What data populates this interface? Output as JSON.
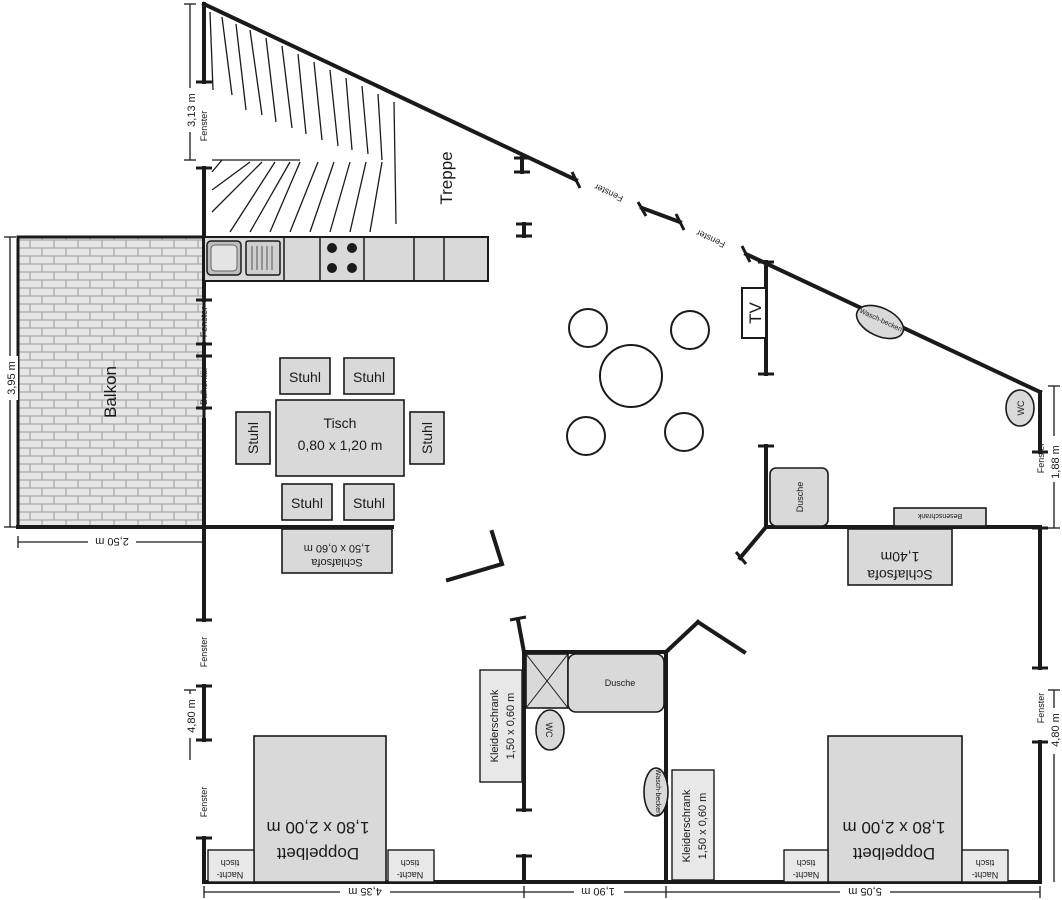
{
  "rooms": {
    "stairs": "Treppe",
    "balcony": "Balkon"
  },
  "furniture": {
    "table_name": "Tisch",
    "table_size": "0,80 x 1,20 m",
    "chair": "Stuhl",
    "sofa_left": "Schlafsofa",
    "sofa_left_size": "1,50 x 0,60 m",
    "sofa_right": "Schlafsofa",
    "sofa_right_size": "1,40m",
    "tv": "TV",
    "shower": "Dusche",
    "wc": "WC",
    "washbasin": "Wasch-becken",
    "broom_cupboard": "Besenschrank",
    "wardrobe": "Kleiderschrank",
    "wardrobe_size": "1,50 x 0,60 m",
    "bed": "Doppelbett",
    "bed_size": "1,80 x 2,00 m",
    "nightstand_a": "Nacht-",
    "nightstand_b": "tisch"
  },
  "labels": {
    "window": "Fenster",
    "balcony_door": "Balkontür"
  },
  "dimensions": {
    "stairs_height": "3,13 m",
    "balcony_height": "3,95 m",
    "balcony_width": "2,50 m",
    "left_bedroom_height": "4,80 m",
    "right_window_height": "1,88 m",
    "right_bedroom_height": "4,80 m",
    "bottom_left": "4,35 m",
    "bottom_middle": "1,90 m",
    "bottom_right": "5,05 m"
  }
}
